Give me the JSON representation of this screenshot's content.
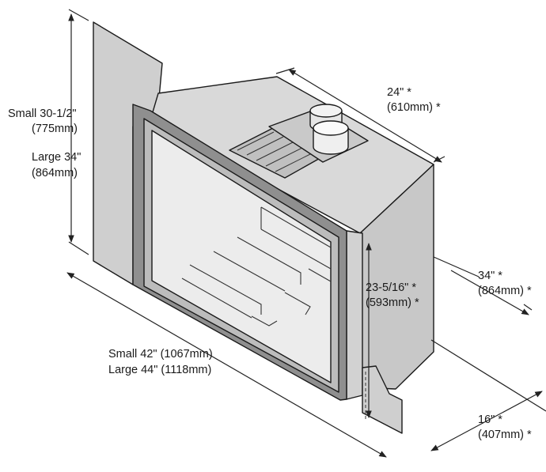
{
  "dimensions": {
    "height_small": "Small 30-1/2\"",
    "height_small_mm": "(775mm)",
    "height_large": "Large 34\"",
    "height_large_mm": "(864mm)",
    "top_depth": "24\"  *",
    "top_depth_mm": "(610mm) *",
    "side_depth": "34\" *",
    "side_depth_mm": "(864mm) *",
    "opening_height": "23-5/16\" *",
    "opening_height_mm": "(593mm) *",
    "width_small": "Small 42\"  (1067mm)",
    "width_large": "Large 44\" (1118mm)",
    "base_depth": "16\" *",
    "base_depth_mm": "(407mm) *"
  },
  "colors": {
    "body": "#d9d9d9",
    "body_dark": "#c4c4c4",
    "wall": "#cfcfcf",
    "frame": "#9a9a9a",
    "glass": "#ebebeb",
    "line": "#1a1a1a"
  }
}
